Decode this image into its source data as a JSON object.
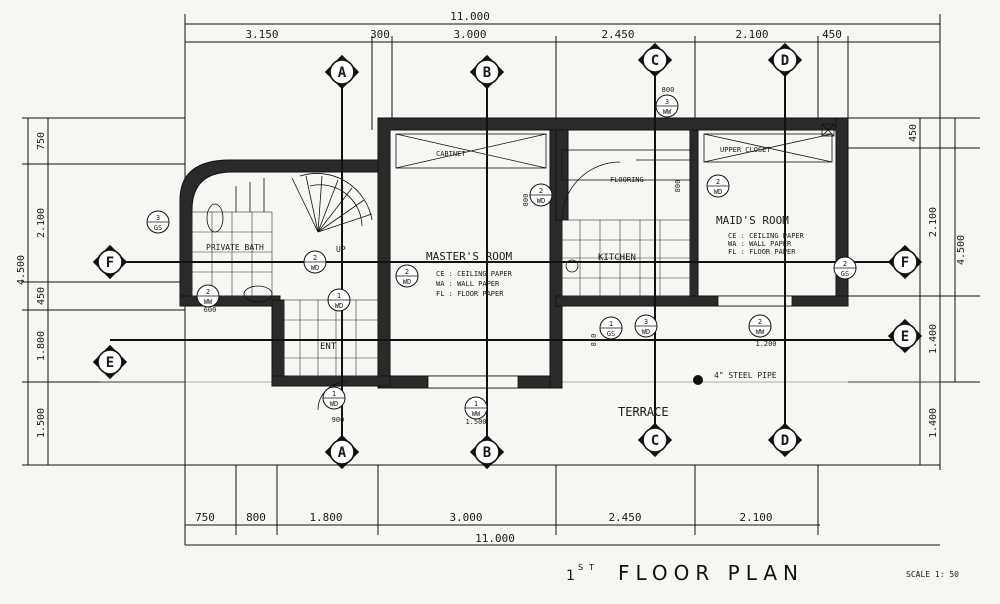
{
  "title": {
    "floor_sup": "ST",
    "floor_num": "1",
    "text": "FLOOR  PLAN",
    "scale": "SCALE 1: 50"
  },
  "dimensions": {
    "top_total": "11.000",
    "bottom_total": "11.000",
    "top": [
      "3.150",
      "300",
      "3.000",
      "2.450",
      "2.100",
      "450"
    ],
    "bottom": [
      "750",
      "800",
      "1.800",
      "3.000",
      "2.450",
      "2.100"
    ],
    "left": [
      "750",
      "2.100",
      "450",
      "1.800",
      "1.500"
    ],
    "left_total": "4.500",
    "right": [
      "450",
      "2.100",
      "1.400",
      "1.400"
    ],
    "right_total": "4.500"
  },
  "gridlines": {
    "a": "A",
    "b": "B",
    "c": "C",
    "d": "D",
    "e": "E",
    "f": "F"
  },
  "rooms": {
    "master": "MASTER'S ROOM",
    "master_notes": [
      "CE : CEILING PAPER",
      "WA : WALL    PAPER",
      "FL : FLOOR   PAPER"
    ],
    "maid": "MAID'S ROOM",
    "maid_notes": [
      "CE : CEILING PAPER",
      "WA : WALL PAPER",
      "FL : FLOOR PAPER"
    ],
    "kitchen": "KITCHEN",
    "bath": "PRIVATE BATH",
    "entry": "ENT",
    "terrace": "TERRACE",
    "cabinet": "CABINET",
    "upper_closet": "UPPER CLOSET",
    "flooring": "FLOORING",
    "up": "UP",
    "steel_pipe": "4\" STEEL PIPE"
  },
  "tags": {
    "wd": "WD",
    "ww": "WW",
    "gs": "GS",
    "n1": "1",
    "n2": "2",
    "n3": "3",
    "dim_1200": "1.200",
    "dim_800": "800",
    "dim_810": "810",
    "dim_900": "900",
    "dim_1500": "1.500",
    "dim_600": "600"
  }
}
